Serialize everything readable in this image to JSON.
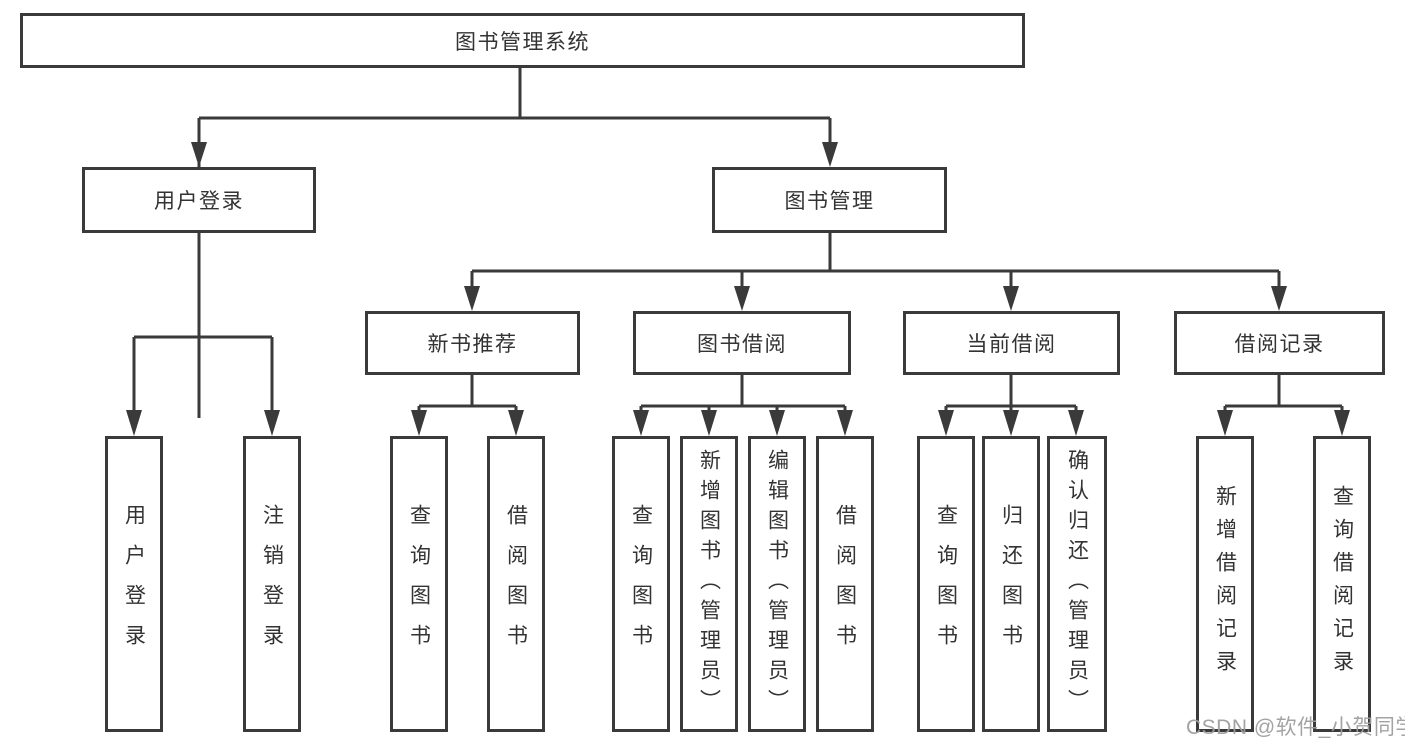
{
  "diagram": {
    "root": {
      "label": "图书管理系统"
    },
    "branches": [
      {
        "label": "用户登录",
        "leaves": [
          {
            "label": "用户登录"
          },
          {
            "label": "注销登录"
          }
        ]
      },
      {
        "label": "图书管理",
        "groups": [
          {
            "label": "新书推荐",
            "leaves": [
              {
                "label": "查询图书"
              },
              {
                "label": "借阅图书"
              }
            ]
          },
          {
            "label": "图书借阅",
            "leaves": [
              {
                "label": "查询图书"
              },
              {
                "label": "新增图书（管理员）"
              },
              {
                "label": "编辑图书（管理员）"
              },
              {
                "label": "借阅图书"
              }
            ]
          },
          {
            "label": "当前借阅",
            "leaves": [
              {
                "label": "查询图书"
              },
              {
                "label": "归还图书"
              },
              {
                "label": "确认归还（管理员）"
              }
            ]
          },
          {
            "label": "借阅记录",
            "leaves": [
              {
                "label": "新增借阅记录"
              },
              {
                "label": "查询借阅记录"
              }
            ]
          }
        ]
      }
    ],
    "colors": {
      "line": "#3a3a3a",
      "text": "#333333",
      "box_background": "#ffffff",
      "watermark": "#9e9e9e"
    },
    "watermark": {
      "text": "CSDN @软件_小贺同学"
    }
  }
}
